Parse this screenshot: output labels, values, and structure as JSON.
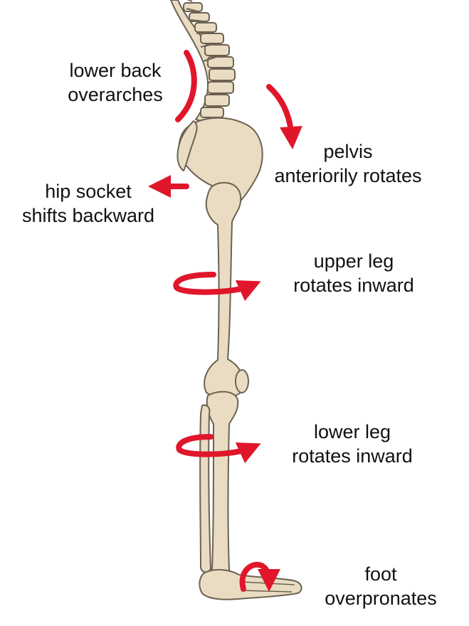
{
  "colors": {
    "bone": "#e9dcc3",
    "bone_outline": "#6b6251",
    "arrow": "#e0162b",
    "text": "#111111"
  },
  "labels": [
    {
      "id": "lower-back",
      "lines": [
        "lower back",
        "overarches"
      ]
    },
    {
      "id": "pelvis",
      "lines": [
        "pelvis",
        "anteriorily rotates"
      ]
    },
    {
      "id": "hip-socket",
      "lines": [
        "hip socket",
        "shifts backward"
      ]
    },
    {
      "id": "upper-leg",
      "lines": [
        "upper leg",
        "rotates inward"
      ]
    },
    {
      "id": "lower-leg",
      "lines": [
        "lower leg",
        "rotates inward"
      ]
    },
    {
      "id": "foot",
      "lines": [
        "foot",
        "overpronates"
      ]
    }
  ]
}
